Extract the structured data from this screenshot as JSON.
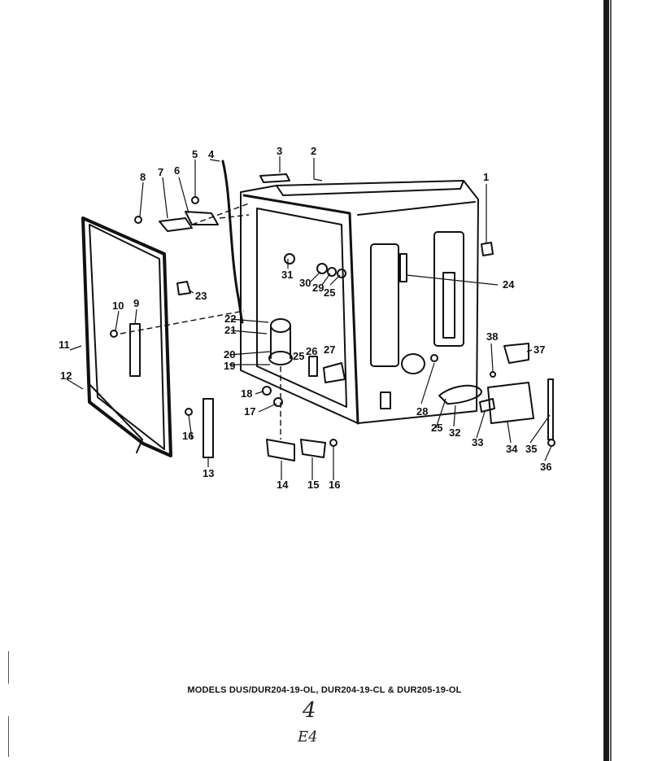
{
  "caption": "MODELS DUS/DUR204-19-OL, DUR204-19-CL & DUR205-19-OL",
  "page_number": "4",
  "page_code": "E4",
  "colors": {
    "ink": "#111111",
    "paper": "#ffffff",
    "edge": "#1a1a1a"
  },
  "callouts": [
    "1",
    "2",
    "3",
    "4",
    "5",
    "6",
    "7",
    "8",
    "9",
    "10",
    "11",
    "12",
    "13",
    "14",
    "15",
    "16",
    "17",
    "18",
    "19",
    "20",
    "21",
    "22",
    "23",
    "24",
    "25",
    "26",
    "27",
    "28",
    "29",
    "30",
    "31",
    "32",
    "33",
    "34",
    "35",
    "36",
    "37",
    "38",
    "25",
    "18",
    "16",
    "28",
    "25",
    "16"
  ]
}
